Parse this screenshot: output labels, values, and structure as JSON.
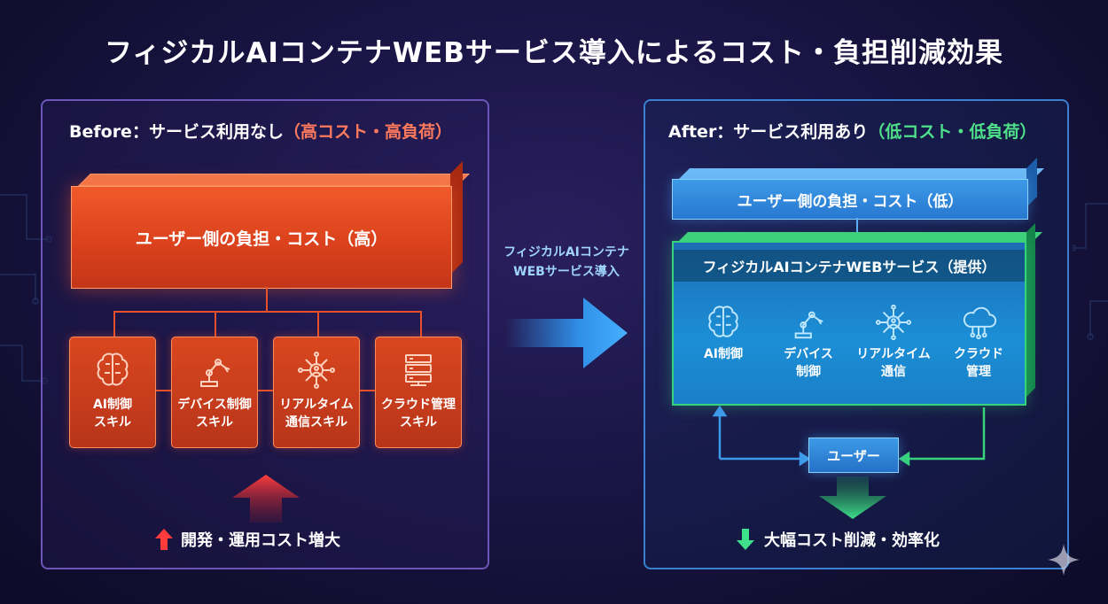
{
  "title": "フィジカルAIコンテナWEBサービス導入によるコスト・負担削減効果",
  "before": {
    "heading_prefix": "Before：サービス利用なし",
    "heading_highlight": "（高コスト・高負荷）",
    "main_box": "ユーザー側の負担・コスト（高）",
    "skills": [
      {
        "line1": "AI制御",
        "line2": "スキル",
        "icon": "brain-icon"
      },
      {
        "line1": "デバイス制御",
        "line2": "スキル",
        "icon": "robot-arm-icon"
      },
      {
        "line1": "リアルタイム",
        "line2": "通信スキル",
        "icon": "network-icon"
      },
      {
        "line1": "クラウド管理",
        "line2": "スキル",
        "icon": "server-icon"
      }
    ],
    "footer": "開発・運用コスト増大"
  },
  "middle": {
    "line1": "フィジカルAIコンテナ",
    "line2": "WEBサービス導入"
  },
  "after": {
    "heading_prefix": "After：サービス利用あり",
    "heading_highlight": "（低コスト・低負荷）",
    "low_box": "ユーザー側の負担・コスト（低）",
    "service_title": "フィジカルAIコンテナWEBサービス（提供）",
    "services": [
      {
        "line1": "AI制御",
        "line2": "",
        "icon": "brain-icon"
      },
      {
        "line1": "デバイス",
        "line2": "制御",
        "icon": "robot-arm-icon"
      },
      {
        "line1": "リアルタイム",
        "line2": "通信",
        "icon": "network-icon"
      },
      {
        "line1": "クラウド",
        "line2": "管理",
        "icon": "cloud-icon"
      }
    ],
    "user": "ユーザー",
    "footer": "大幅コスト削減・効率化"
  },
  "colors": {
    "red": "#e8502a",
    "blue": "#2f8fe6",
    "green": "#37d37a"
  }
}
